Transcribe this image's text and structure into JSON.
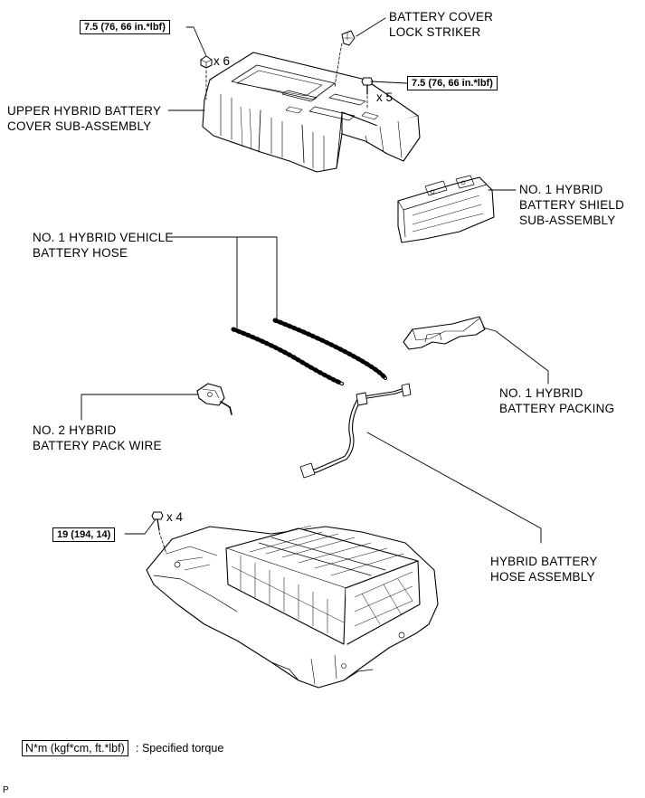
{
  "labels": {
    "lock_striker_1": "BATTERY COVER",
    "lock_striker_2": "LOCK STRIKER",
    "upper_cover_1": "UPPER HYBRID BATTERY",
    "upper_cover_2": "COVER SUB-ASSEMBLY",
    "shield_1": "NO. 1 HYBRID",
    "shield_2": "BATTERY SHIELD",
    "shield_3": "SUB-ASSEMBLY",
    "vehicle_hose_1": "NO. 1 HYBRID VEHICLE",
    "vehicle_hose_2": "BATTERY HOSE",
    "packing_1": "NO. 1 HYBRID",
    "packing_2": "BATTERY PACKING",
    "pack_wire_1": "NO. 2 HYBRID",
    "pack_wire_2": "BATTERY PACK WIRE",
    "hose_assy_1": "HYBRID BATTERY",
    "hose_assy_2": "HOSE ASSEMBLY"
  },
  "torques": {
    "nut_cover": "7.5 (76, 66 in.*lbf)",
    "bolt_cover": "7.5 (76, 66 in.*lbf)",
    "bolt_base": "19 (194, 14)"
  },
  "quantities": {
    "nuts": "x 6",
    "bolts_cover": "x 5",
    "bolts_base": "x 4"
  },
  "legend": {
    "unit": "N*m (kgf*cm, ft.*lbf)",
    "meaning": ": Specified torque"
  },
  "figure_code": "P"
}
